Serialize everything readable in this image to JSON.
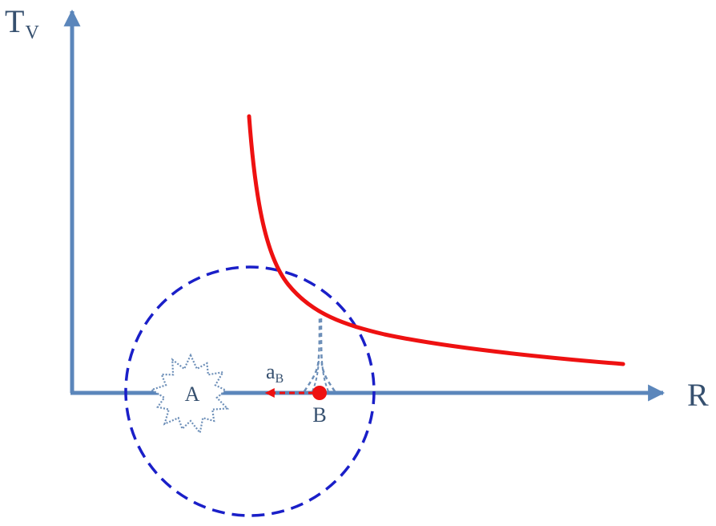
{
  "labels": {
    "y_axis_main": "T",
    "y_axis_sub": "V",
    "x_axis": "R",
    "body_a": "A",
    "body_b": "B",
    "accel_main": "a",
    "accel_sub": "B"
  },
  "colors": {
    "axis": "#5b86bb",
    "curve": "#ee1111",
    "circle": "#1a1fc8",
    "bump": "#6d8fb8",
    "point_b": "#ee1111",
    "arrow_b": "#ee1111",
    "text": "#36506f"
  }
}
